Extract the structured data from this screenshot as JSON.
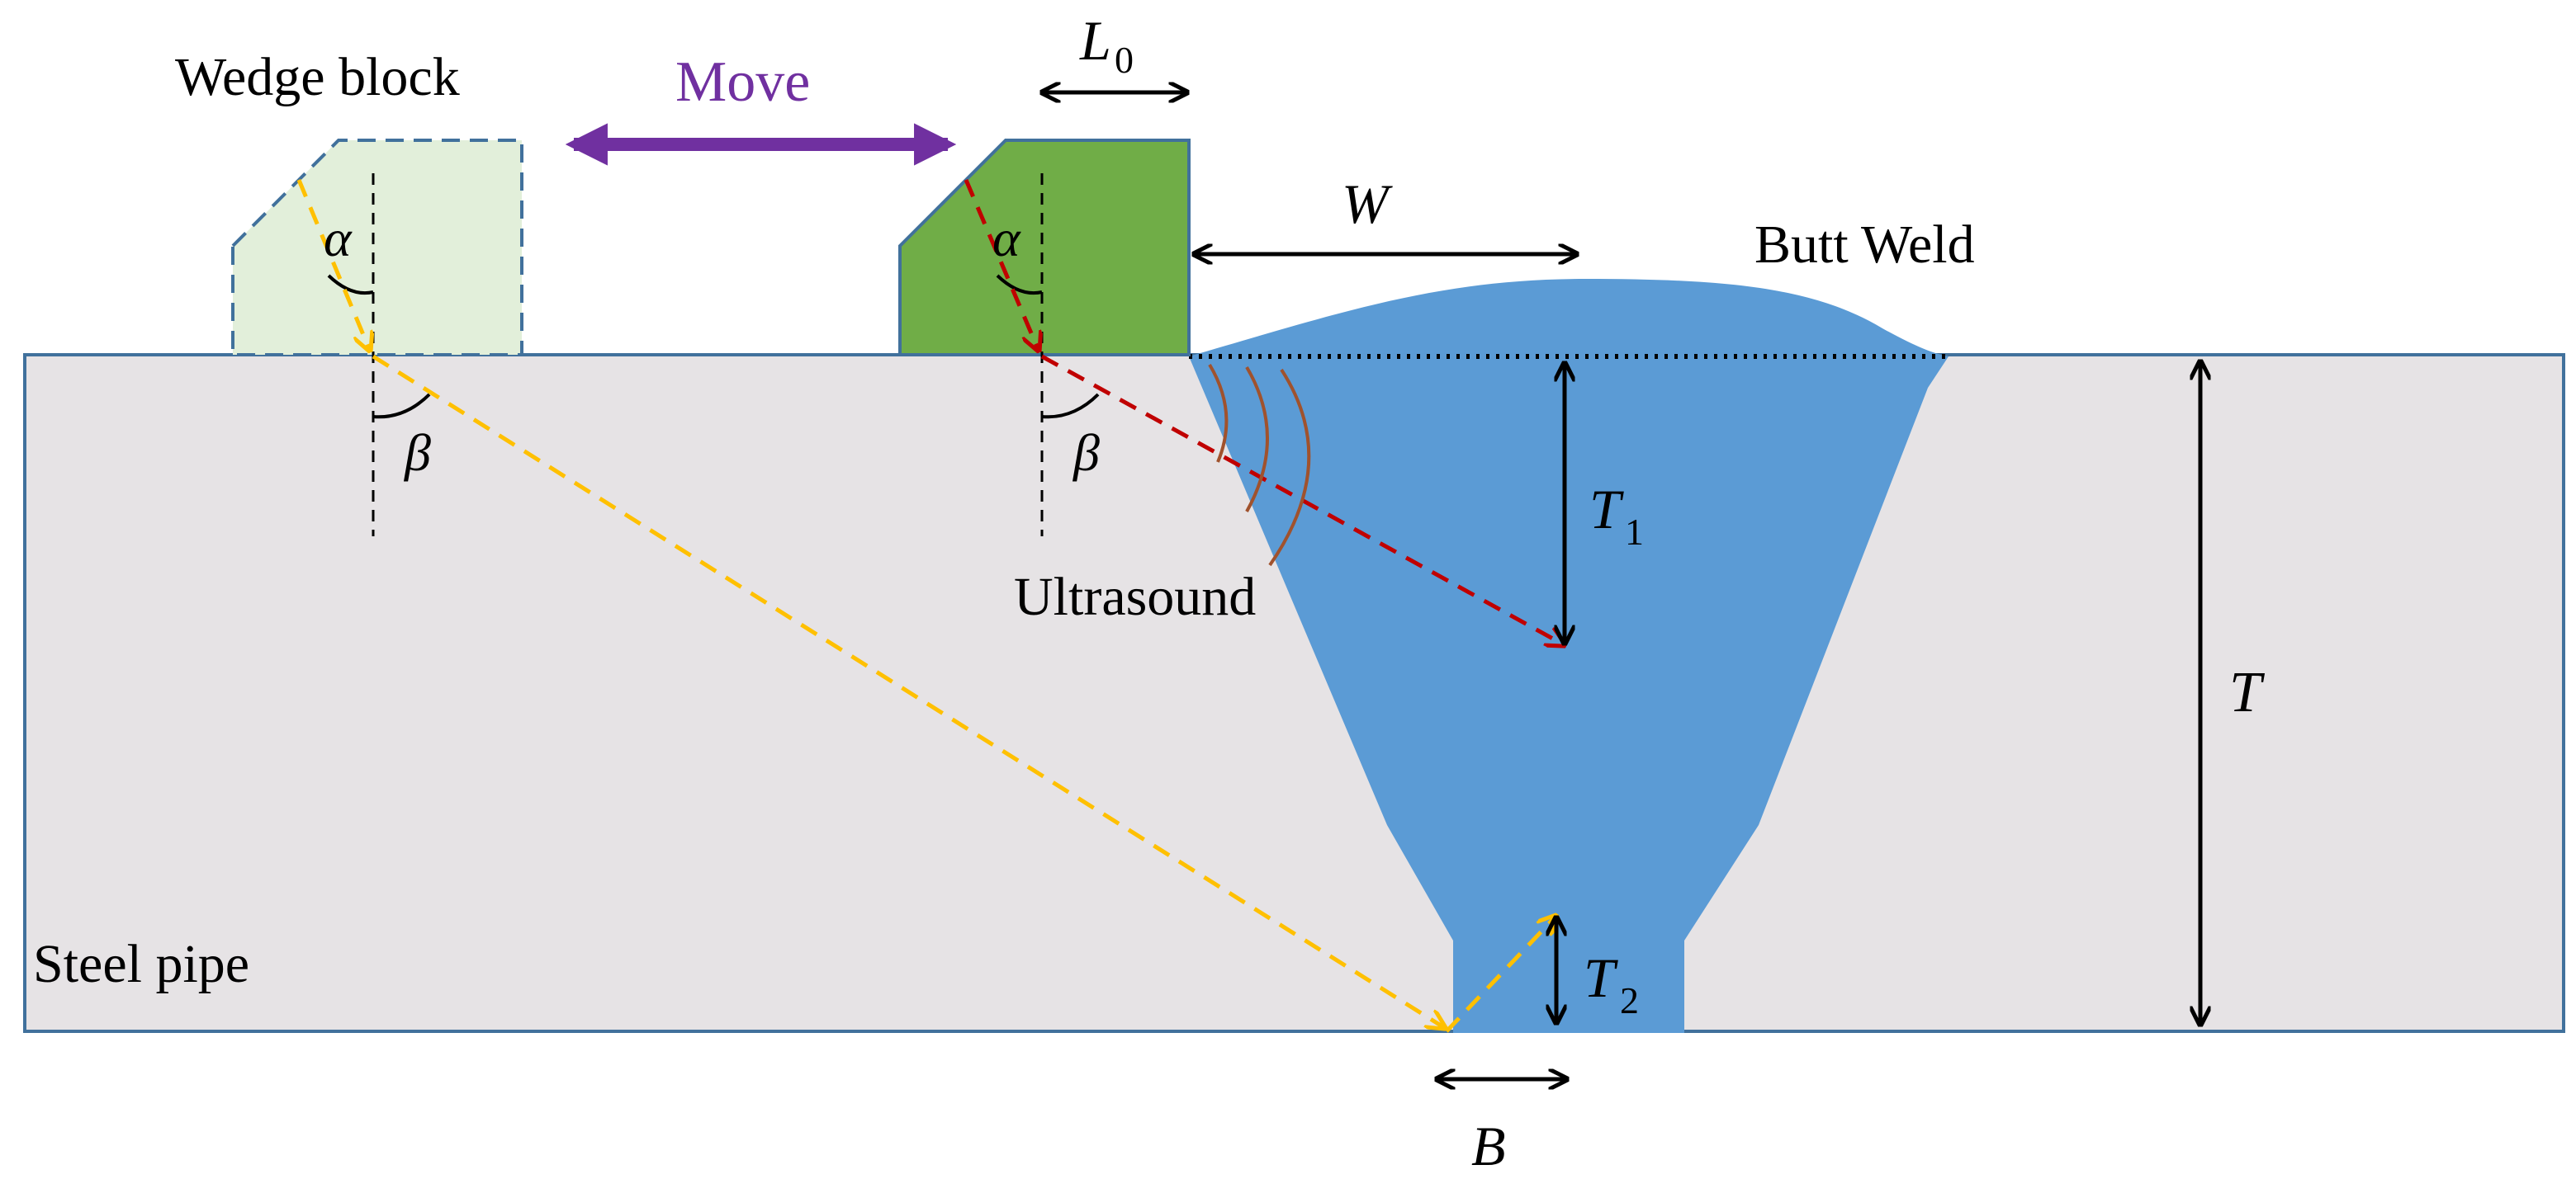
{
  "labels": {
    "wedge_block": "Wedge block",
    "move": "Move",
    "butt_weld": "Butt Weld",
    "steel_pipe": "Steel pipe",
    "ultrasound": "Ultrasound"
  },
  "symbols": {
    "L": "L",
    "L_sub": "0",
    "W": "W",
    "T": "T",
    "T1": "T",
    "T1_sub": "1",
    "T2": "T",
    "T2_sub": "2",
    "B": "B",
    "alpha": "α",
    "beta": "β"
  },
  "colors": {
    "pipe_fill": "#e6e3e5",
    "pipe_stroke": "#41719c",
    "weld_fill": "#5b9bd5",
    "wedge_active_fill": "#70ad47",
    "wedge_ghost_fill": "#e2efda",
    "move_arrow": "#7030a0",
    "beam_active": "#c00000",
    "beam_ghost": "#ffc000",
    "ultrasound_wave": "#a0522d"
  }
}
